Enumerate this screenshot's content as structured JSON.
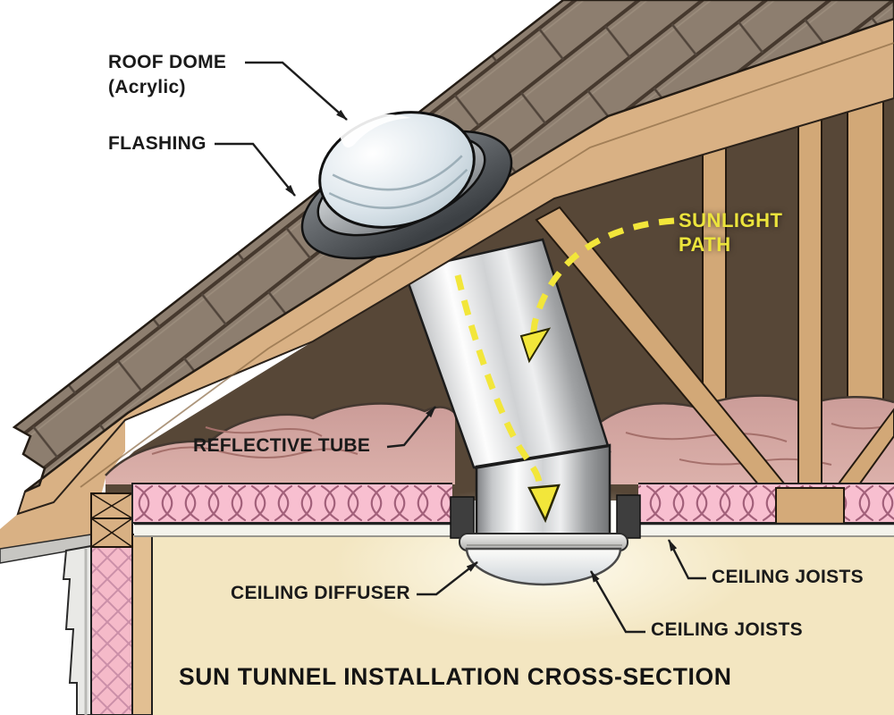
{
  "diagram": {
    "title": "SUN TUNNEL INSTALLATION CROSS-SECTION",
    "labels": {
      "roof_dome": "ROOF DOME",
      "roof_dome_sub": "(Acrylic)",
      "flashing": "FLASHING",
      "sunlight_line1": "SUNLIGHT",
      "sunlight_line2": "PATH",
      "reflective_tube": "REFLECTIVE TUBE",
      "ceiling_diffuser": "CEILING DIFFUSER",
      "ceiling_joists_upper": "CEILING JOISTS",
      "ceiling_joists_lower": "CEILING JOISTS"
    },
    "colors": {
      "label_text": "#1a1a1a",
      "sunlight_yellow": "#ece43c",
      "sunlight_dash": "#f2e63a",
      "roof_shingle": "#8d7e6f",
      "wood_tan": "#d8b083",
      "attic_brown": "#574737",
      "batt_insulation_pink": "#f8bfd0",
      "loose_insulation_mauve": "#d5a5a0",
      "room_cream": "#f3e6c1",
      "tube_metal_light": "#fdfdfd",
      "tube_metal_dark": "#717375",
      "flashing_gray": "#3c4044"
    }
  }
}
